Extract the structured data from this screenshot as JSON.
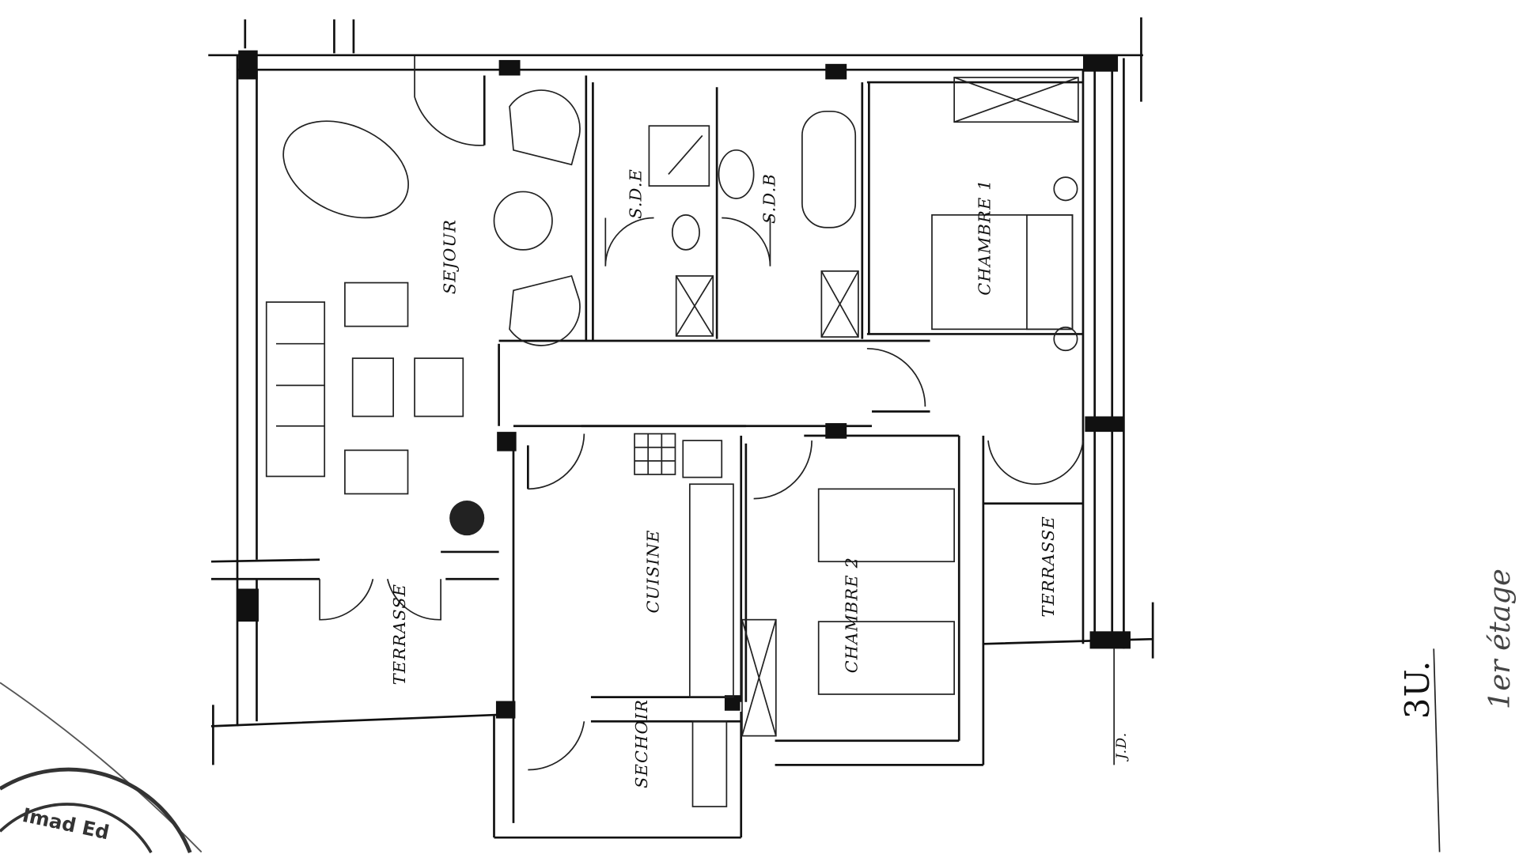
{
  "plan": {
    "rooms": {
      "sejour": "SEJOUR",
      "sde": "S.D.E",
      "sdb": "S.D.B",
      "chambre1": "CHAMBRE 1",
      "chambre2": "CHAMBRE 2",
      "cuisine": "CUISINE",
      "terrasse_right": "TERRASSE",
      "terrasse_left": "TERRASSE",
      "sechoir": "SECHOIR"
    },
    "jd_label": "J.D.",
    "unit_label": "3U.",
    "handwritten_note": "1er étage",
    "stamp_text": "Imad Ed"
  },
  "colors": {
    "ink": "#111111",
    "paper": "#ffffff"
  }
}
